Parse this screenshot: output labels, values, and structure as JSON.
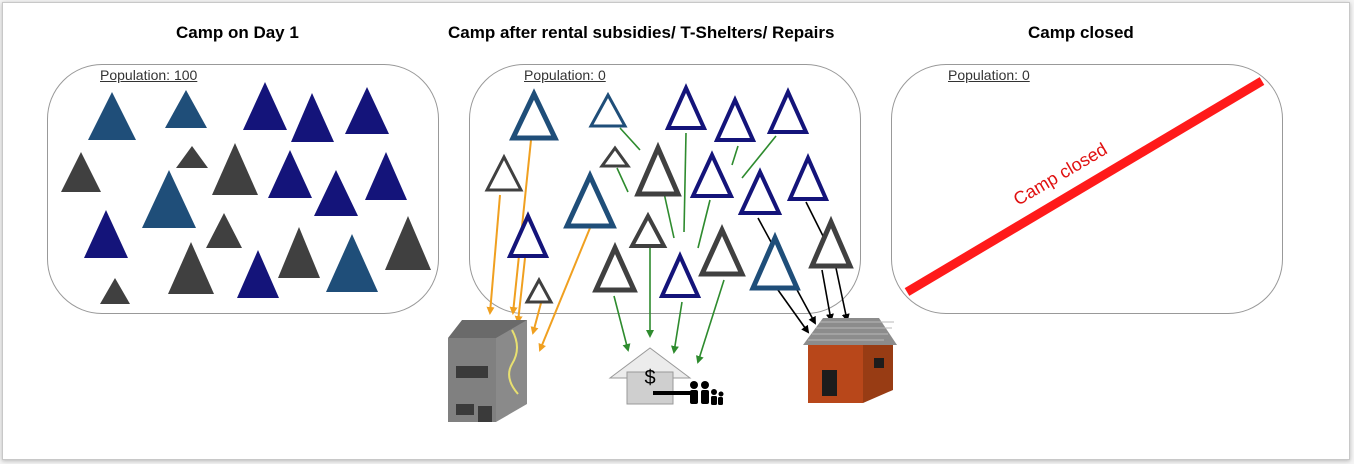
{
  "panels": [
    {
      "title": "Camp on Day 1",
      "population": "Population: 100"
    },
    {
      "title": "Camp after rental subsidies/ T-Shelters/ Repairs",
      "population": "Population: 0"
    },
    {
      "title": "Camp closed",
      "population": "Population: 0"
    }
  ],
  "closed_label": "Camp closed",
  "subsidy_symbol": "$",
  "colors": {
    "navy": "#14147a",
    "steel_blue": "#1f4e79",
    "dark_gray": "#404040",
    "red_strike": "#ff1a1a",
    "orange_arrow": "#f0a020",
    "green_arrow": "#2e8b2e",
    "black_arrow": "#000000"
  }
}
